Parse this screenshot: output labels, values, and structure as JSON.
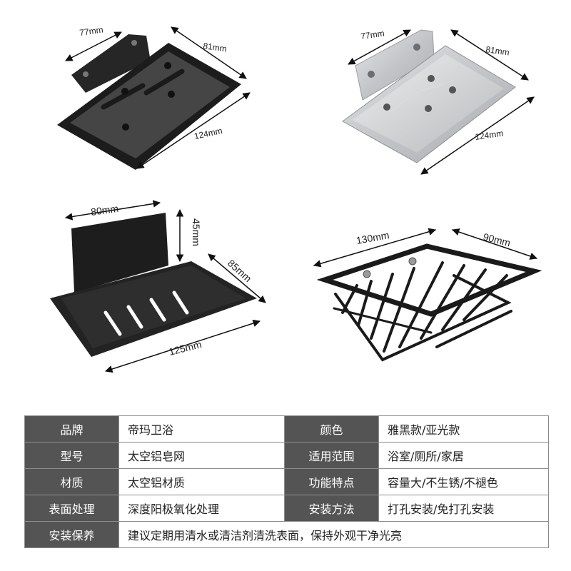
{
  "products": [
    {
      "name": "black-wall-dish",
      "dims": [
        "77mm",
        "81mm",
        "124mm"
      ]
    },
    {
      "name": "silver-wall-dish",
      "dims": [
        "77mm",
        "81mm",
        "124mm"
      ]
    },
    {
      "name": "black-slotted-dish",
      "dims": [
        "80mm",
        "45mm",
        "85mm",
        "125mm"
      ]
    },
    {
      "name": "black-wire-basket",
      "dims": [
        "130mm",
        "90mm"
      ]
    }
  ],
  "spec": {
    "rows": [
      [
        {
          "k": "品牌",
          "v": "帝玛卫浴"
        },
        {
          "k": "颜色",
          "v": "雅黑款/亚光款"
        }
      ],
      [
        {
          "k": "型号",
          "v": "太空铝皂网"
        },
        {
          "k": "适用范围",
          "v": "浴室/厕所/家居"
        }
      ],
      [
        {
          "k": "材质",
          "v": "太空铝材质"
        },
        {
          "k": "功能特点",
          "v": "容量大/不生锈/不褪色"
        }
      ],
      [
        {
          "k": "表面处理",
          "v": "深度阳极氧化处理"
        },
        {
          "k": "安装方法",
          "v": "打孔安装/免打孔安装"
        }
      ]
    ],
    "last": {
      "k": "安装保养",
      "v": "建议定期用清水或清洁剂清洗表面，保持外观干净光亮"
    }
  },
  "colors": {
    "header_bg": "#545454",
    "border": "#8c8c8c",
    "black_product": "#1c1c1c",
    "silver_product": "#c9cbce"
  }
}
